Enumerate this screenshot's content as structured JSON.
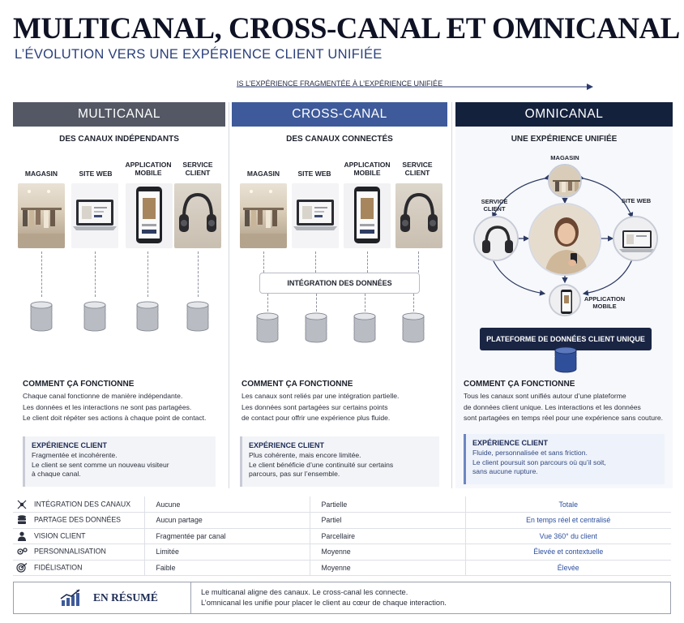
{
  "header": {
    "title": "MULTICANAL, CROSS-CANAL ET OMNICANAL",
    "subtitle": "L’ÉVOLUTION VERS UNE EXPÉRIENCE CLIENT UNIFIÉE",
    "evolution": "IS L’EXPÉRIENCE FRAGMENTÉE À L’EXPÉRIENCE UNIFIÉE"
  },
  "columns": {
    "multicanal": {
      "title": "MULTICANAL",
      "subtitle": "DES CANAUX INDÉPENDANTS",
      "channels": [
        "MAGASIN",
        "SITE WEB",
        "APPLICATION\nMOBILE",
        "SERVICE\nCLIENT"
      ],
      "how_title": "COMMENT ÇA FONCTIONNE",
      "how_lines": [
        "Chaque canal fonctionne de manière indépendante.",
        "Les données et les interactions ne sont pas partagées.",
        "Le client doit répéter ses actions à chaque point de contact."
      ],
      "exp_title": "EXPÉRIENCE CLIENT",
      "exp_lines": [
        "Fragmentée et incohérente.",
        "Le client se sent comme un nouveau visiteur",
        "à chaque canal."
      ]
    },
    "crosscanal": {
      "title": "CROSS-CANAL",
      "subtitle": "DES CANAUX CONNECTÉS",
      "channels": [
        "MAGASIN",
        "SITE WEB",
        "APPLICATION\nMOBILE",
        "SERVICE\nCLIENT"
      ],
      "integration": "INTÉGRATION DES DONNÉES",
      "how_title": "COMMENT ÇA FONCTIONNE",
      "how_lines": [
        "Les canaux sont reliés par une intégration partielle.",
        "Les données sont partagées sur certains points",
        "de contact pour offrir une expérience plus fluide."
      ],
      "exp_title": "EXPÉRIENCE CLIENT",
      "exp_lines": [
        "Plus cohérente, mais encore limitée.",
        "Le client bénéficie d’une continuité sur certains",
        "parcours, pas sur l’ensemble."
      ]
    },
    "omnicanal": {
      "title": "OMNICANAL",
      "subtitle": "UNE EXPÉRIENCE UNIFIÉE",
      "nodes": {
        "magasin": "MAGASIN",
        "site_web": "SITE WEB",
        "service": "SERVICE\nCLIENT",
        "app": "APPLICATION\nMOBILE"
      },
      "platform": "PLATEFORME DE DONNÉES CLIENT UNIQUE",
      "how_title": "COMMENT ÇA FONCTIONNE",
      "how_lines": [
        "Tous les canaux sont unifiés autour d’une plateforme",
        "de données client unique. Les interactions et les données",
        "sont partagées en temps réel pour une expérience sans couture."
      ],
      "exp_title": "EXPÉRIENCE CLIENT",
      "exp_lines": [
        "Fluide, personnalisée et sans friction.",
        "Le client poursuit son parcours où qu’il soit,",
        "sans aucune rupture."
      ]
    }
  },
  "comparison": {
    "rows": [
      {
        "icon": "integration-icon",
        "criterion": "INTÉGRATION DES CANAUX",
        "mc": "Aucune",
        "cc": "Partielle",
        "oc": "Totale"
      },
      {
        "icon": "database-icon",
        "criterion": "PARTAGE DES DONNÉES",
        "mc": "Aucun partage",
        "cc": "Partiel",
        "oc": "En temps réel et centralisé"
      },
      {
        "icon": "user-icon",
        "criterion": "VISION CLIENT",
        "mc": "Fragmentée par canal",
        "cc": "Parcellaire",
        "oc": "Vue 360° du client"
      },
      {
        "icon": "gears-icon",
        "criterion": "PERSONNALISATION",
        "mc": "Limitée",
        "cc": "Moyenne",
        "oc": "Élevée et contextuelle"
      },
      {
        "icon": "target-icon",
        "criterion": "FIDÉLISATION",
        "mc": "Faible",
        "cc": "Moyenne",
        "oc": "Élevée"
      }
    ]
  },
  "summary": {
    "title": "EN RÉSUMÉ",
    "line1": "Le multicanal aligne des canaux. Le cross-canal les connecte.",
    "line2": "L’omnicanal les unifie pour placer le client au cœur de chaque interaction."
  },
  "colors": {
    "multicanal": "#545864",
    "crosscanal": "#3e5a9a",
    "omnicanal": "#14213d",
    "accent_text": "#2c4f9e"
  }
}
